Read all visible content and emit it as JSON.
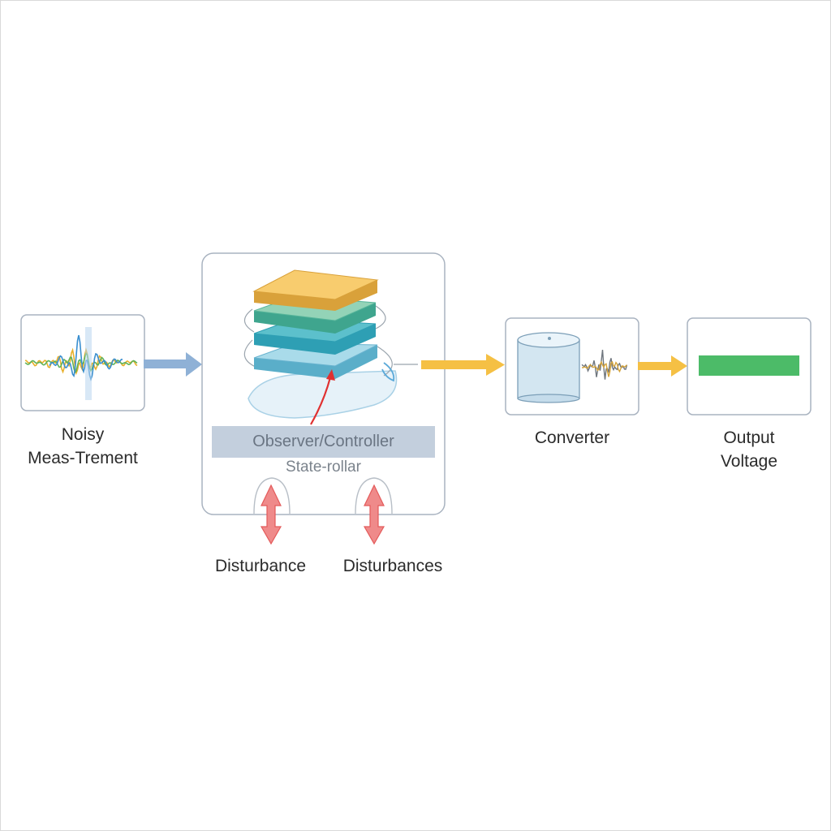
{
  "blocks": {
    "measurement": {
      "label_line1": "Noisy",
      "label_line2": "Meas-Trement"
    },
    "observer": {
      "label": "Observer/Controller",
      "sublabel": "State-rollar"
    },
    "converter": {
      "label": "Converter"
    },
    "output": {
      "label_line1": "Output",
      "label_line2": "Voltage"
    }
  },
  "disturbances": {
    "left": "Disturbance",
    "right": "Disturbances"
  },
  "colors": {
    "box_border": "#a9b3c0",
    "input_arrow": "#8fb1d6",
    "output_arrow": "#f5c044",
    "disturbance_arrow": "#ef7b7b",
    "feedback_arrow": "#e03131",
    "output_bar": "#4cbb68",
    "layer_top": "#f7c86a",
    "layer_2": "#8fd0b6",
    "layer_3": "#57bcc9",
    "layer_4": "#9fd6e6"
  }
}
